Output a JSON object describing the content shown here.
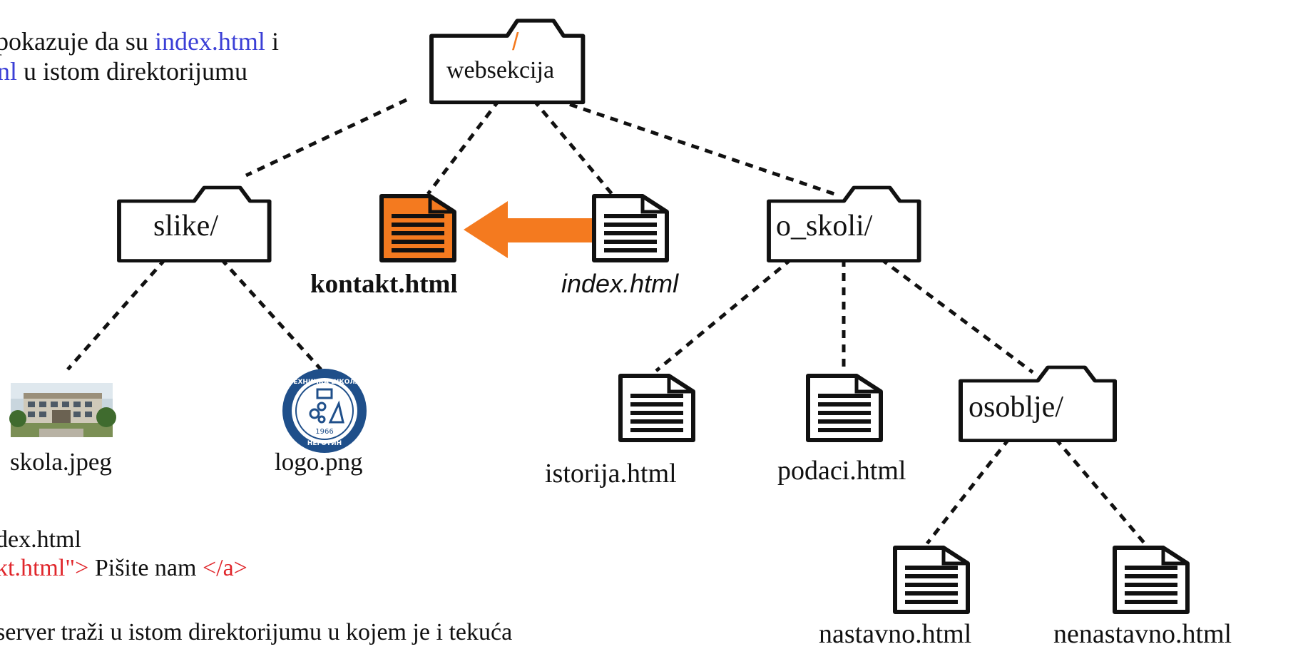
{
  "explanation": {
    "line1_prefix": "pokazuje da su ",
    "line1_link": "index.html",
    "line1_suffix": " i",
    "line2_link": "nl",
    "line2_suffix": " u istom direktorijumu"
  },
  "tree": {
    "root": {
      "slash": "/",
      "name": "websekcija"
    },
    "slike": "slike/",
    "kontakt": "kontakt.html",
    "index": "index.html",
    "o_skoli": "o_skoli/",
    "skola": "skola.jpeg",
    "logo": "logo.png",
    "istorija": "istorija.html",
    "podaci": "podaci.html",
    "osoblje": "osoblje/",
    "nastavno": "nastavno.html",
    "nenastavno": "nenastavno.html"
  },
  "logo_image": {
    "top_text": "ТЕХНИЧКА ШКОЛА",
    "bottom_text": "НЕГОТИН",
    "year": "1966"
  },
  "code": {
    "line1": "dex.html",
    "line2_red": "kt.html\">",
    "line2_black": " Pišite nam ",
    "line2_tag": "</a>"
  },
  "footer": {
    "text": "server traži u istom direktorijumu u kojem je i tekuća"
  },
  "colors": {
    "highlight": "#f47a1f",
    "link_blue": "#3b3fd6",
    "code_red": "#e0262b",
    "stroke": "#111111"
  }
}
